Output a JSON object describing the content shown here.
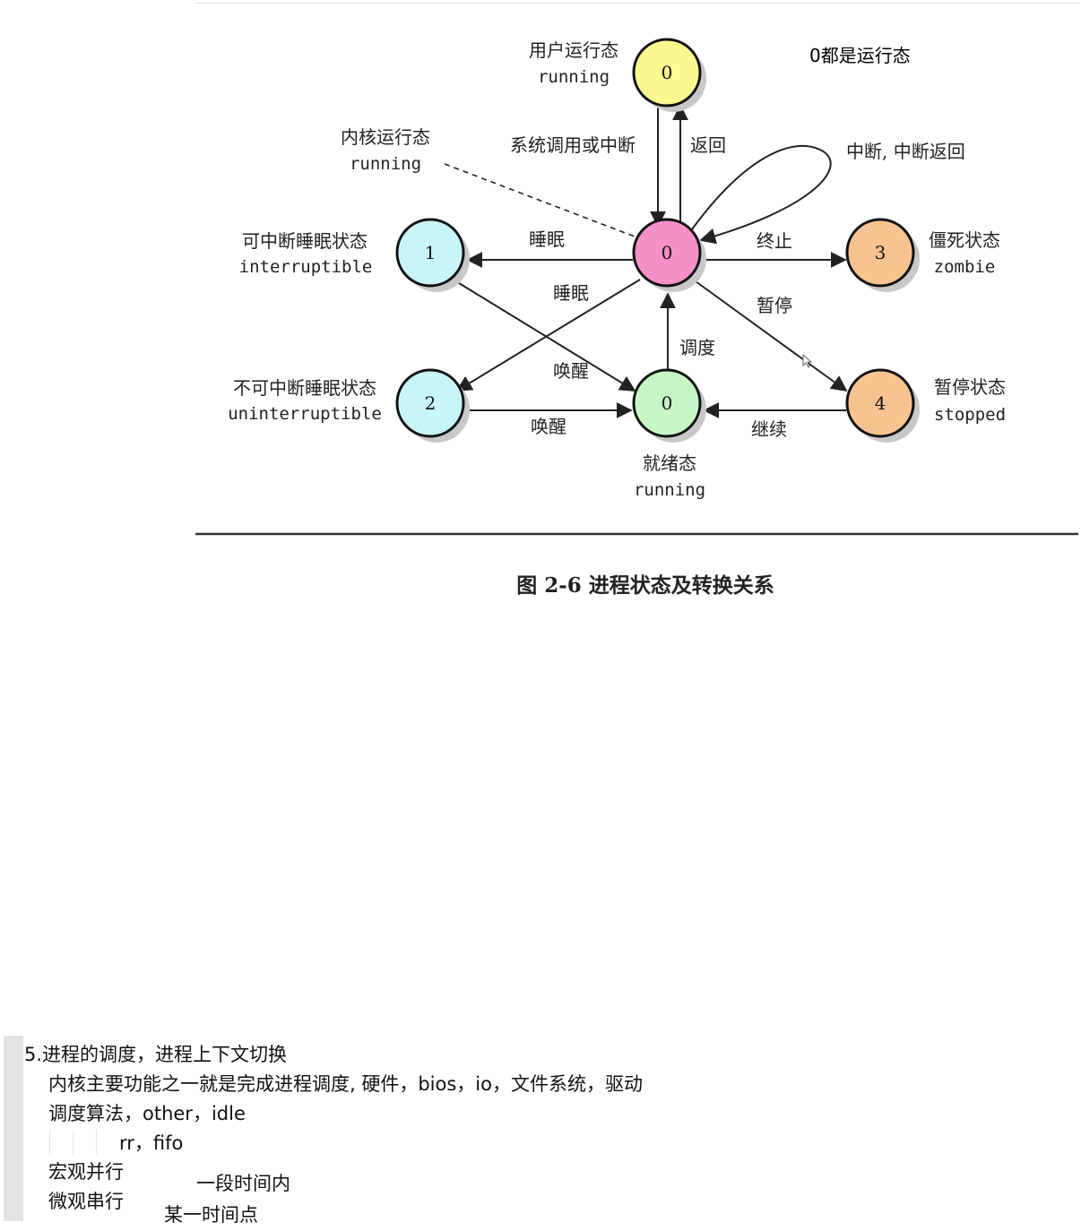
{
  "diagram": {
    "nodes": [
      {
        "id": "user",
        "value": "0",
        "label_cn": "用户运行态",
        "label_en": "running",
        "fill": "#fbf98f"
      },
      {
        "id": "kernel",
        "value": "0",
        "fill": "#f590c8"
      },
      {
        "id": "interruptible",
        "value": "1",
        "label_cn": "可中断睡眠状态",
        "label_en": "interruptible",
        "fill": "#c8f5f8"
      },
      {
        "id": "uninterruptible",
        "value": "2",
        "label_cn": "不可中断睡眠状态",
        "label_en": "uninterruptible",
        "fill": "#c8f5f8"
      },
      {
        "id": "ready",
        "value": "0",
        "label_cn": "就绪态",
        "label_en": "running",
        "fill": "#c6f6c6"
      },
      {
        "id": "zombie",
        "value": "3",
        "label_cn": "僵死状态",
        "label_en": "zombie",
        "fill": "#f8c291"
      },
      {
        "id": "stopped",
        "value": "4",
        "label_cn": "暂停状态",
        "label_en": "stopped",
        "fill": "#f8c291"
      }
    ],
    "kernel_label_cn": "内核运行态",
    "kernel_label_en": "running",
    "edges": {
      "syscall": "系统调用或中断",
      "return": "返回",
      "interrupt_loop": "中断, 中断返回",
      "sleep1": "睡眠",
      "sleep2": "睡眠",
      "terminate": "终止",
      "pause": "暂停",
      "schedule": "调度",
      "wake1": "唤醒",
      "wake2": "唤醒",
      "continue": "继续"
    },
    "caption": "图 2-6 进程状态及转换关系"
  },
  "annotation_top": "0都是运行态",
  "notes": {
    "heading": "5.进程的调度，进程上下文切换",
    "line1": "内核主要功能之一就是完成进程调度, 硬件，bios，io，文件系统，驱动",
    "line2": "调度算法，other，idle",
    "line3": "rr，fifo",
    "line4": "宏观并行",
    "line5": "微观串行",
    "aside1": "一段时间内",
    "aside2": "某一时间点"
  }
}
